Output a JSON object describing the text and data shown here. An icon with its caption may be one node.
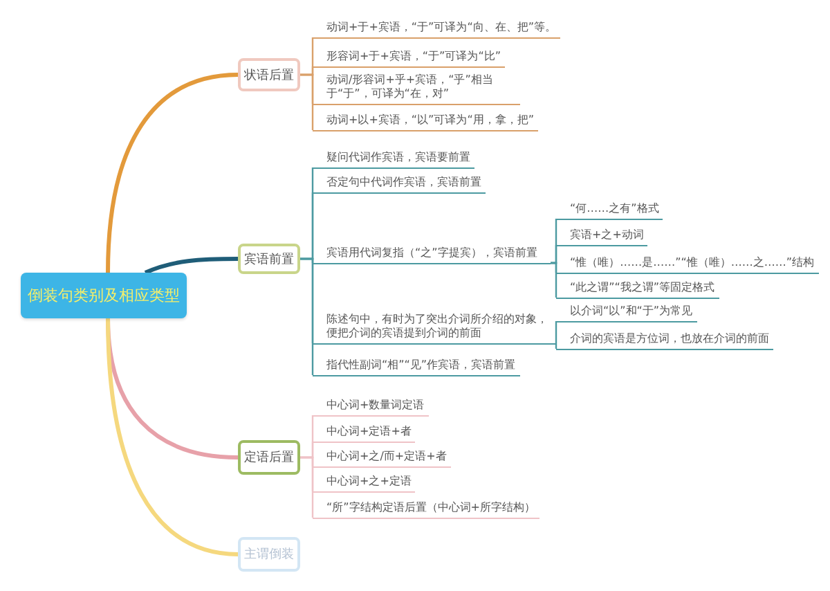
{
  "diagram": {
    "nodes": [
      {
        "text": [
          "倒装句类别及相应类型"
        ]
      },
      {
        "text": [
          "状语后置"
        ]
      },
      {
        "text": [
          "动词+于+宾语，“于”可译为“向、在、把”等。"
        ]
      },
      {
        "text": [
          "形容词+于+宾语，“于”可译为“比”"
        ]
      },
      {
        "text": [
          "动词/形容词+乎+宾语，“乎”相当于“于”，可译为“在，对”"
        ]
      },
      {
        "text": [
          "动词+以+宾语，“以”可译为“用，拿，把”"
        ]
      },
      {
        "text": [
          "宾语前置"
        ]
      },
      {
        "text": [
          "疑问代词作宾语，宾语要前置"
        ]
      },
      {
        "text": [
          "否定句中代词作宾语，宾语前置"
        ]
      },
      {
        "text": [
          "宾语用代词复指（“之”字提宾），宾语前置"
        ]
      },
      {
        "text": [
          "“何……之有”格式"
        ]
      },
      {
        "text": [
          "宾语+之+动词"
        ]
      },
      {
        "text": [
          "“惟（唯）……是……”“惟（唯）……之……”结构"
        ]
      },
      {
        "text": [
          "“此之谓”“我之谓”等固定格式"
        ]
      },
      {
        "text": [
          "陈述句中，有时为了突出介词所介绍的对象，便把介词的宾语提到介词的前面"
        ]
      },
      {
        "text": [
          "以介词“以”和“于”为常见"
        ]
      },
      {
        "text": [
          "介词的宾语是方位词，也放在介词的前面"
        ]
      },
      {
        "text": [
          "指代性副词“相”“见”作宾语，宾语前置"
        ]
      },
      {
        "text": [
          "定语后置"
        ]
      },
      {
        "text": [
          "中心词+数量词定语"
        ]
      },
      {
        "text": [
          "中心词+定语+者"
        ]
      },
      {
        "text": [
          "中心词+之/而+定语+者"
        ]
      },
      {
        "text": [
          "中心词+之+定语"
        ]
      },
      {
        "text": [
          "“所”字结构定语后置（中心词+所字结构）"
        ]
      },
      {
        "text": [
          "主谓倒装"
        ]
      }
    ],
    "edges": [
      {
        "from": 0,
        "to": 1,
        "arrow": "none",
        "style": "thick",
        "color": "#e39a3b"
      },
      {
        "from": 1,
        "to": 2,
        "arrow": "none",
        "color": "#d9a06a"
      },
      {
        "from": 1,
        "to": 3,
        "arrow": "none",
        "color": "#d9a06a"
      },
      {
        "from": 1,
        "to": 4,
        "arrow": "none",
        "color": "#d9a06a"
      },
      {
        "from": 1,
        "to": 5,
        "arrow": "none",
        "color": "#d9a06a"
      },
      {
        "from": 0,
        "to": 6,
        "arrow": "none",
        "style": "thick",
        "color": "#1f5d78"
      },
      {
        "from": 6,
        "to": 7,
        "arrow": "none"
      },
      {
        "from": 6,
        "to": 8,
        "arrow": "none"
      },
      {
        "from": 6,
        "to": 9,
        "arrow": "none"
      },
      {
        "from": 6,
        "to": 14,
        "arrow": "none"
      },
      {
        "from": 6,
        "to": 17,
        "arrow": "none"
      },
      {
        "from": 9,
        "to": 10,
        "arrow": "none"
      },
      {
        "from": 9,
        "to": 11,
        "arrow": "none"
      },
      {
        "from": 9,
        "to": 12,
        "arrow": "none"
      },
      {
        "from": 9,
        "to": 13,
        "arrow": "none"
      },
      {
        "from": 14,
        "to": 15,
        "arrow": "none"
      },
      {
        "from": 14,
        "to": 16,
        "arrow": "none"
      },
      {
        "from": 0,
        "to": 18,
        "arrow": "none",
        "style": "thick",
        "color": "#e7a1a9"
      },
      {
        "from": 18,
        "to": 19,
        "arrow": "none",
        "color": "#efc3c7"
      },
      {
        "from": 18,
        "to": 20,
        "arrow": "none",
        "color": "#efc3c7"
      },
      {
        "from": 18,
        "to": 21,
        "arrow": "none",
        "color": "#efc3c7"
      },
      {
        "from": 18,
        "to": 22,
        "arrow": "none",
        "color": "#efc3c7"
      },
      {
        "from": 18,
        "to": 23,
        "arrow": "none",
        "color": "#efc3c7"
      },
      {
        "from": 0,
        "to": 24,
        "arrow": "none",
        "style": "thick",
        "color": "#f5d87e"
      }
    ]
  }
}
